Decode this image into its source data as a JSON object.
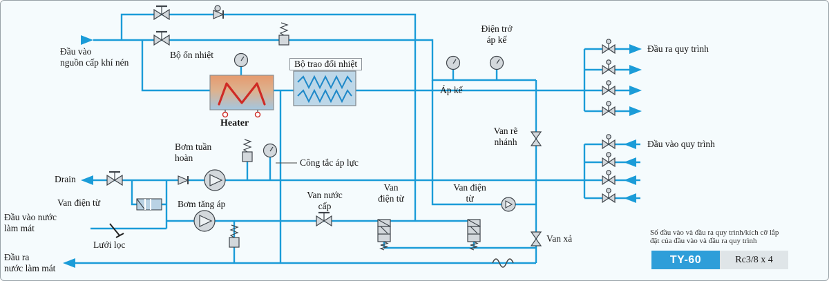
{
  "colors": {
    "pipe_blue": "#1b9cd8",
    "background": "#f5fbfd",
    "component_gray": "#d3d8dc",
    "heater_red": "#cf2b25",
    "heater_gradient_top": "#e69a6e",
    "heater_gradient_bottom": "#a3c6e0",
    "exchanger_fill": "#bdd7e8",
    "badge_blue": "#2e9ed9",
    "badge_gray": "#dfe5e8",
    "text": "#141414"
  },
  "labels": {
    "air_inlet": [
      "Đầu vào",
      "nguồn cấp khí nén"
    ],
    "thermostat": "Bộ ổn nhiệt",
    "heat_exchanger": "Bộ trao đổi nhiệt",
    "heater": "Heater",
    "resistor_gauge": [
      "Điện trở",
      "áp kế"
    ],
    "pressure_gauge": "Áp kế",
    "process_outlet": "Đầu ra quy trình",
    "process_inlet": "Đầu vào quy trình",
    "branch_valve": [
      "Van rẽ",
      "nhánh"
    ],
    "circulation_pump": [
      "Bơm tuần",
      "hoàn"
    ],
    "pressure_switch": "Công tắc áp lực",
    "drain": "Drain",
    "solenoid_valve_left": "Van điện từ",
    "booster_pump": "Bơm tăng áp",
    "cooling_inlet": [
      "Đầu vào nước",
      "làm mát"
    ],
    "strainer": "Lưới lọc",
    "supply_water_valve": [
      "Van nước",
      "cấp"
    ],
    "solenoid_valve_mid": [
      "Van",
      "điện từ"
    ],
    "solenoid_valve_right": [
      "Van điện",
      "từ"
    ],
    "drain_valve": "Van xả",
    "cooling_outlet": [
      "Đầu ra",
      "nước làm mát"
    ],
    "note": [
      "Số đầu vào và đầu ra quy trình/kích cỡ lắp",
      "đặt của đầu vào và đầu ra quy trình"
    ],
    "model": "TY-60",
    "port_size": "Rc3/8 x 4"
  }
}
